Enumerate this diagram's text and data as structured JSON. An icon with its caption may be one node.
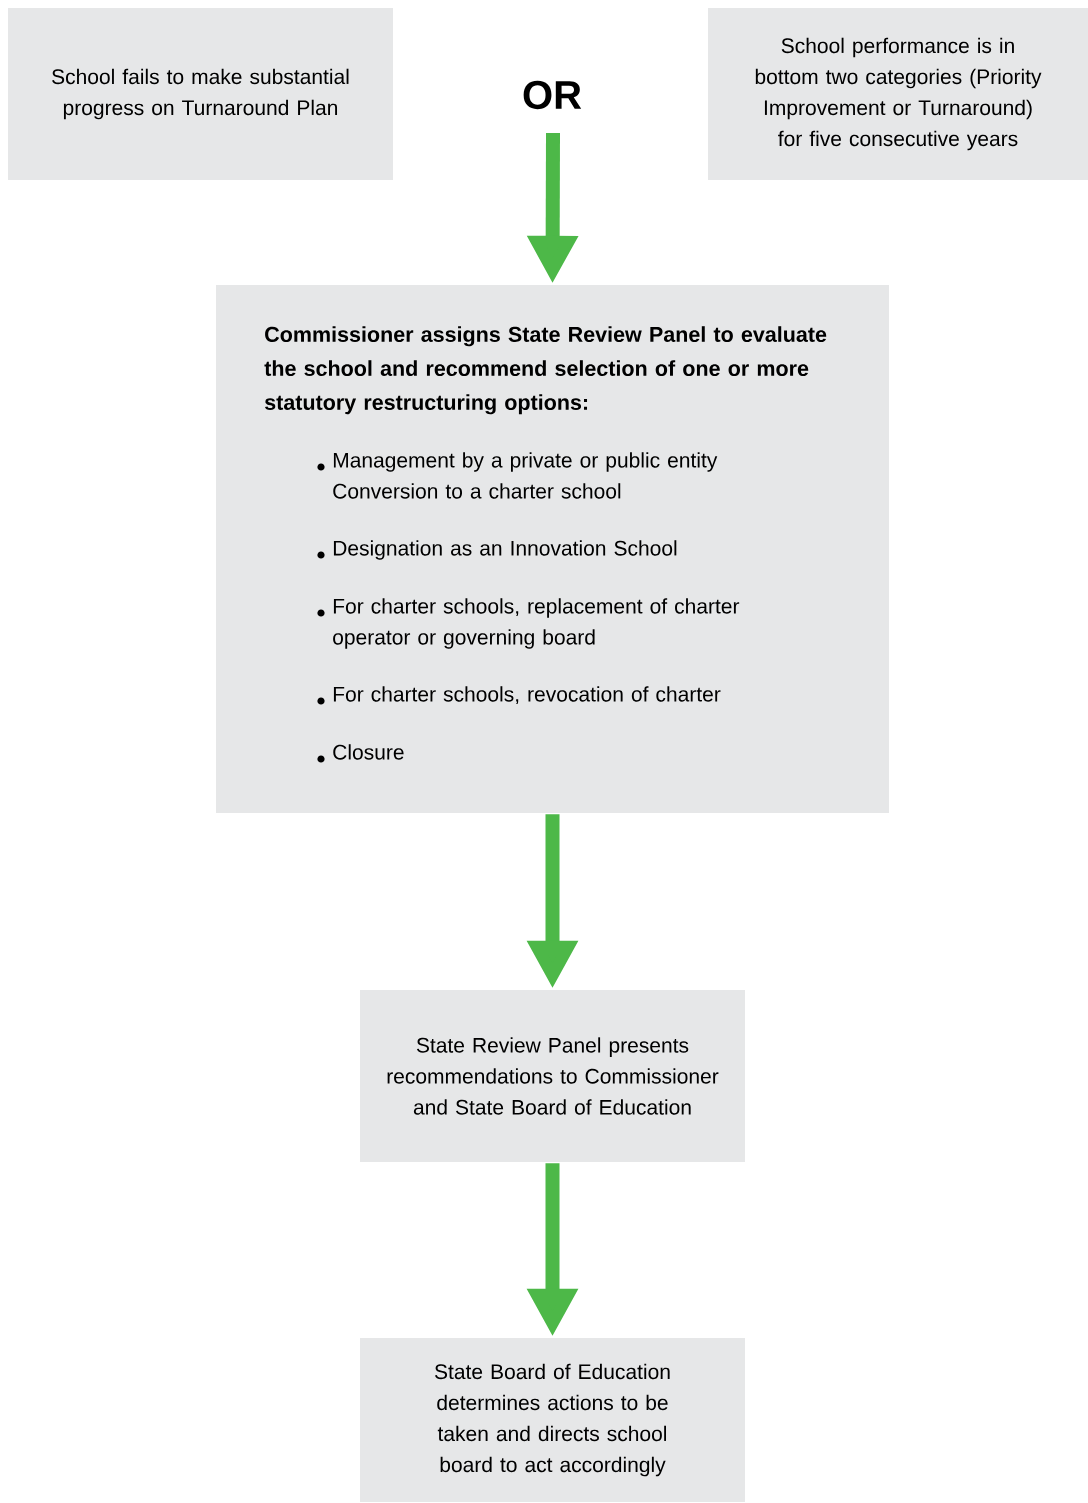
{
  "diagram": {
    "nodes": [
      {
        "text": [
          "School fails to make substantial progress on Turnaround Plan"
        ]
      },
      {
        "text": [
          "School performance is in bottom two categories (Priority Improvement or Turnaround) for five consecutive years"
        ]
      },
      {
        "text": [
          "Commissioner assigns State Review Panel to evaluate the school and recommend selection of one or more statutory restructuring options:",
          "Management by a private or public entity",
          "Conversion to a charter school",
          "Designation as an Innovation School",
          "For charter schools, replacement of charter operator or governing board",
          "For charter schools, revocation of charter",
          "Closure"
        ]
      },
      {
        "text": [
          "State Review Panel presents recommendations to Commissioner and State Board of Education"
        ]
      },
      {
        "text": [
          "State Board of Education determines actions to be taken and directs school board to act accordingly"
        ]
      }
    ],
    "edges": [
      {
        "from": null,
        "to": 2,
        "arrow": "to"
      },
      {
        "from": 2,
        "to": 3,
        "arrow": "to"
      },
      {
        "from": 3,
        "to": 4,
        "arrow": "to"
      }
    ],
    "labels": [
      "OR"
    ]
  }
}
